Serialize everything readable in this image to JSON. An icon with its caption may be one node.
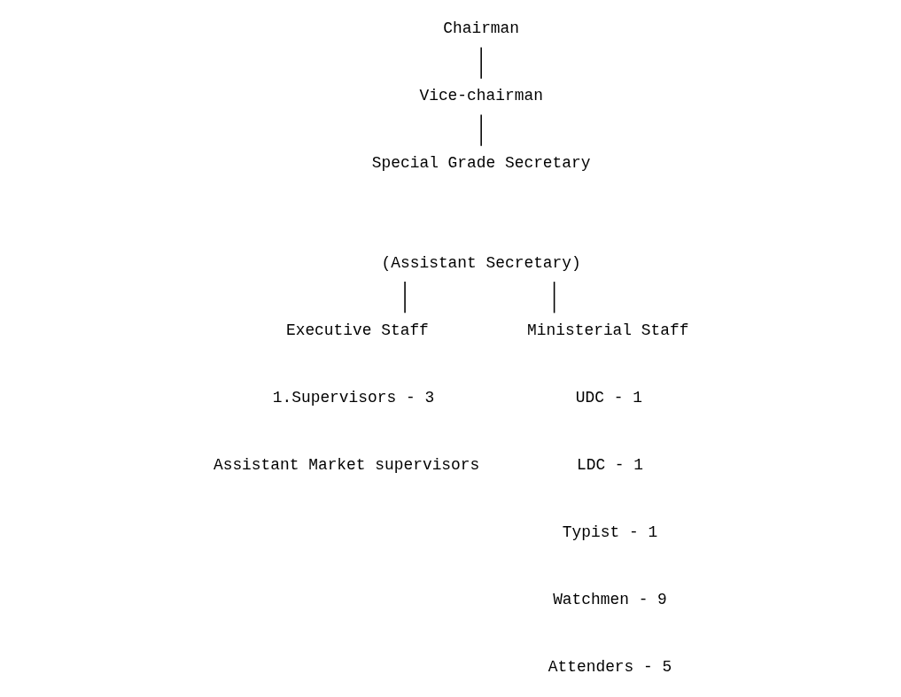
{
  "diagram": {
    "nodes": [
      {
        "text": [
          "Chairman"
        ]
      },
      {
        "text": [
          "Vice-chairman"
        ]
      },
      {
        "text": [
          "Special Grade Secretary"
        ]
      },
      {
        "text": [
          "(Assistant Secretary)"
        ]
      },
      {
        "text": [
          "Executive Staff"
        ]
      },
      {
        "text": [
          "Ministerial Staff"
        ]
      }
    ],
    "edges": [
      {
        "from": 0,
        "to": 1,
        "arrow": "none"
      },
      {
        "from": 1,
        "to": 2,
        "arrow": "none"
      },
      {
        "from": 3,
        "to": 4,
        "arrow": "none"
      },
      {
        "from": 3,
        "to": 5,
        "arrow": "none"
      }
    ],
    "labels": [
      "1.Supervisors - 3",
      "Assistant Market supervisors",
      "UDC - 1",
      "LDC - 1",
      "Typist - 1",
      "Watchmen - 9",
      "Attenders - 5"
    ]
  }
}
